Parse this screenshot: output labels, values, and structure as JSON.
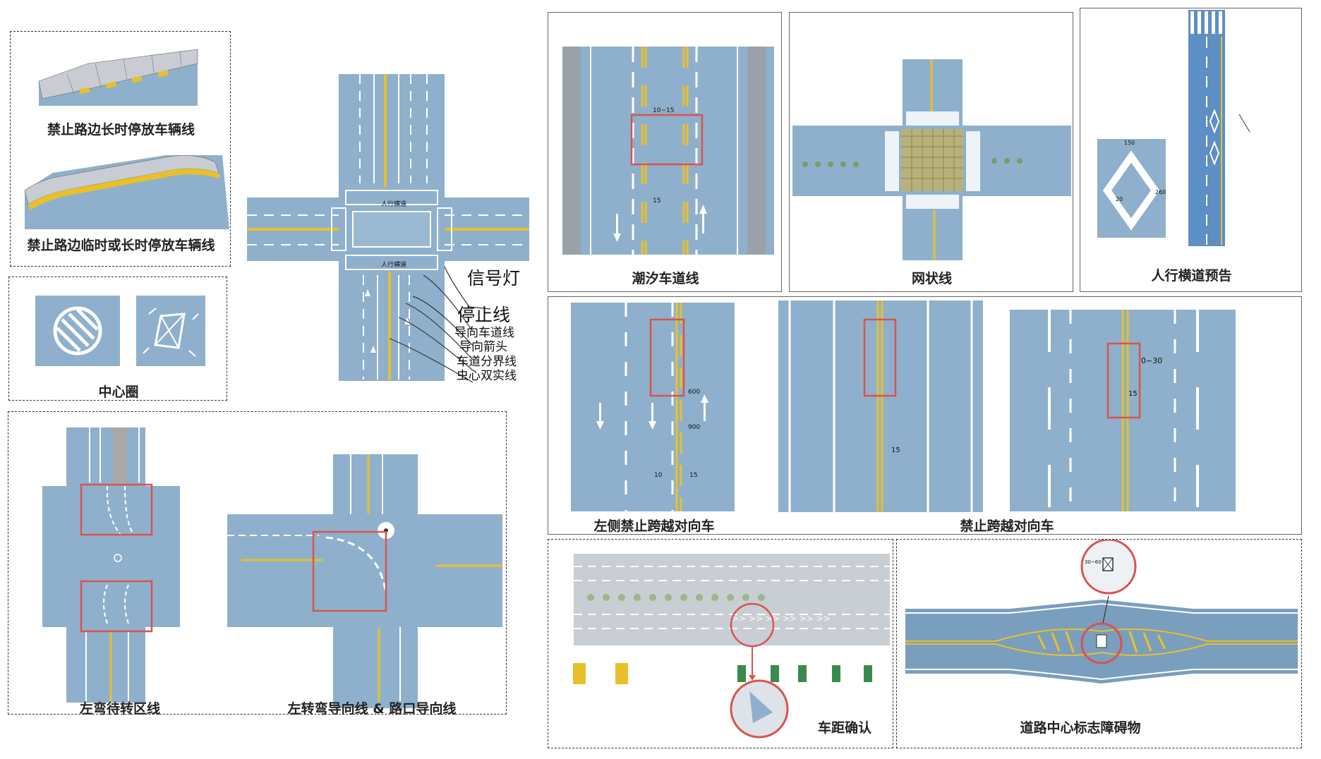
{
  "captions": {
    "no_long_parking": "禁止路边长时停放车辆线",
    "no_parking": "禁止路边临时或长时停放车辆线",
    "center_circle": "中心圈",
    "left_turn_waiting": "左弯待转区线",
    "left_turn_guide": "左转弯导向线 & 路口导向线",
    "tidal_lane": "潮汐车道线",
    "grid_line": "网状线",
    "crosswalk_warning": "人行横道预告",
    "left_no_crossing": "左侧禁止跨越对向车",
    "no_crossing": "禁止跨越对向车",
    "distance_confirm": "车距确认",
    "center_obstacle": "道路中心标志障碍物"
  },
  "intersection_labels": {
    "signal_light": "信号灯",
    "stop_line": "停止线",
    "guide_lane_line": "导向车道线",
    "guide_arrow": "导向箭头",
    "lane_boundary": "车道分界线",
    "double_center_line": "虫心双实线",
    "crosswalk": "人行横道"
  },
  "dimensions": {
    "tidal_gap": "10~15",
    "tidal_width": "15",
    "crosswalk_len": "150",
    "crosswalk_h": "260",
    "crosswalk_inner": "20",
    "left_600": "600",
    "left_900": "900",
    "left_10": "10",
    "left_15": "15",
    "nc_15": "15",
    "nc_gap": "0~30",
    "nc_15b": "15",
    "obstacle_dim": "30~60"
  },
  "colors": {
    "road": "#8fb0cc",
    "road_dark": "#7a9ebe",
    "yellow": "#e8c12a",
    "red": "#d9534f",
    "white": "#ffffff"
  }
}
